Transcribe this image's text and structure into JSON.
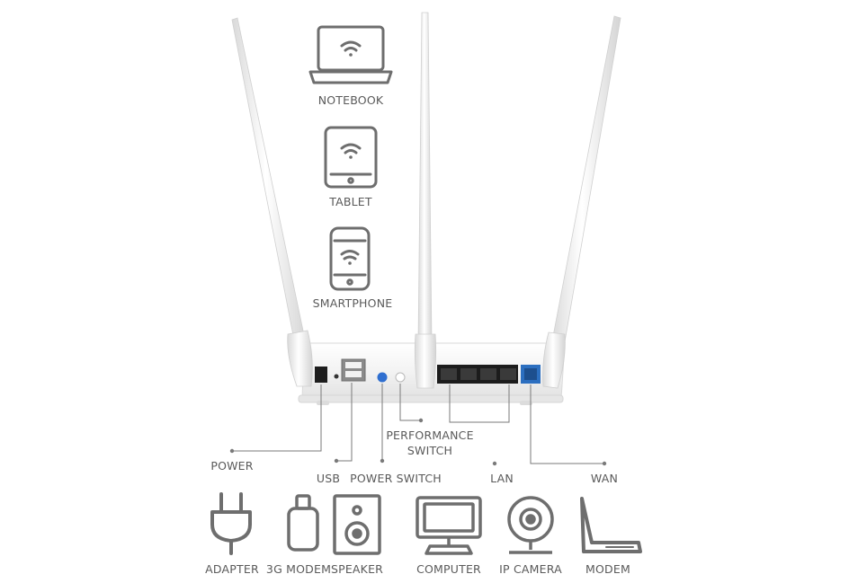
{
  "wireless_devices": [
    {
      "label": "NOTEBOOK",
      "icon": "notebook-wifi-icon"
    },
    {
      "label": "TABLET",
      "icon": "tablet-wifi-icon"
    },
    {
      "label": "SMARTPHONE",
      "icon": "smartphone-wifi-icon"
    }
  ],
  "ports": {
    "power": "POWER",
    "usb": "USB",
    "power_switch": "POWER SWITCH",
    "performance_switch_line1": "PERFORMANCE",
    "performance_switch_line2": "SWITCH",
    "lan": "LAN",
    "wan": "WAN"
  },
  "wired_devices": [
    {
      "label": "ADAPTER",
      "icon": "plug-icon"
    },
    {
      "label": "3G MODEM",
      "icon": "usb-stick-icon"
    },
    {
      "label": "SPEAKER",
      "icon": "speaker-icon"
    },
    {
      "label": "COMPUTER",
      "icon": "monitor-icon"
    },
    {
      "label": "IP CAMERA",
      "icon": "webcam-icon"
    },
    {
      "label": "MODEM",
      "icon": "laptop-side-icon"
    }
  ],
  "colors": {
    "icon_stroke": "#6e6e6e",
    "line": "#7a7a7a",
    "wan_port": "#2c6fc0",
    "power_button": "#2f6fd0",
    "router_body": "#f2f2f2"
  }
}
